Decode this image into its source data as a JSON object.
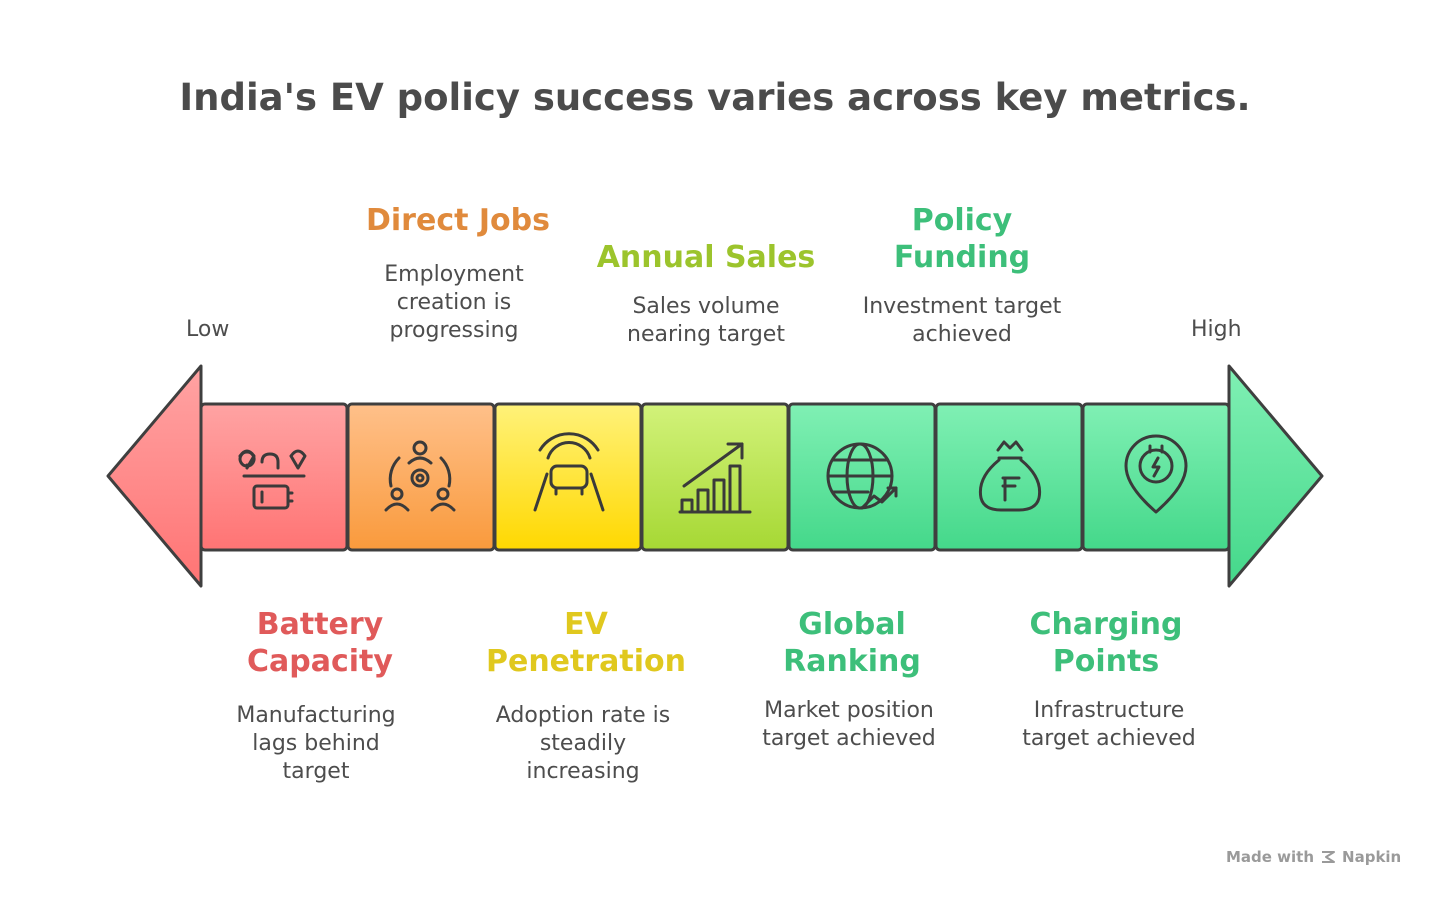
{
  "title": "India's EV policy success varies across key metrics.",
  "scale": {
    "low": "Low",
    "high": "High"
  },
  "metrics": [
    {
      "heading_lines": [
        "Battery",
        "Capacity"
      ],
      "desc_lines": [
        "Manufacturing",
        "lags behind",
        "target"
      ],
      "color": "#e05a5a",
      "fill": "#ff8a8a",
      "icon": "battery-manufacturing-icon"
    },
    {
      "heading_lines": [
        "Direct Jobs"
      ],
      "desc_lines": [
        "Employment",
        "creation is",
        "progressing"
      ],
      "color": "#e08a3c",
      "fill": "#fca35a",
      "icon": "team-gear-icon"
    },
    {
      "heading_lines": [
        "EV",
        "Penetration"
      ],
      "desc_lines": [
        "Adoption rate is",
        "steadily",
        "increasing"
      ],
      "color": "#e0c81e",
      "fill": "#ffe225",
      "icon": "car-road-icon"
    },
    {
      "heading_lines": [
        "Annual Sales"
      ],
      "desc_lines": [
        "Sales volume",
        "nearing target"
      ],
      "color": "#9cc42c",
      "fill": "#b8e24a",
      "icon": "growth-chart-icon"
    },
    {
      "heading_lines": [
        "Global",
        "Ranking"
      ],
      "desc_lines": [
        "Market position",
        "target achieved"
      ],
      "color": "#3dbf7a",
      "fill": "#5ee29a",
      "icon": "globe-trend-icon"
    },
    {
      "heading_lines": [
        "Policy",
        "Funding"
      ],
      "desc_lines": [
        "Investment target",
        "achieved"
      ],
      "color": "#3dbf7a",
      "fill": "#5ee29a",
      "icon": "money-bag-icon"
    },
    {
      "heading_lines": [
        "Charging",
        "Points"
      ],
      "desc_lines": [
        "Infrastructure",
        "target achieved"
      ],
      "color": "#3dbf7a",
      "fill": "#5ee29a",
      "icon": "charging-pin-icon"
    }
  ],
  "footer": {
    "prefix": "Made with",
    "brand": "Napkin"
  }
}
